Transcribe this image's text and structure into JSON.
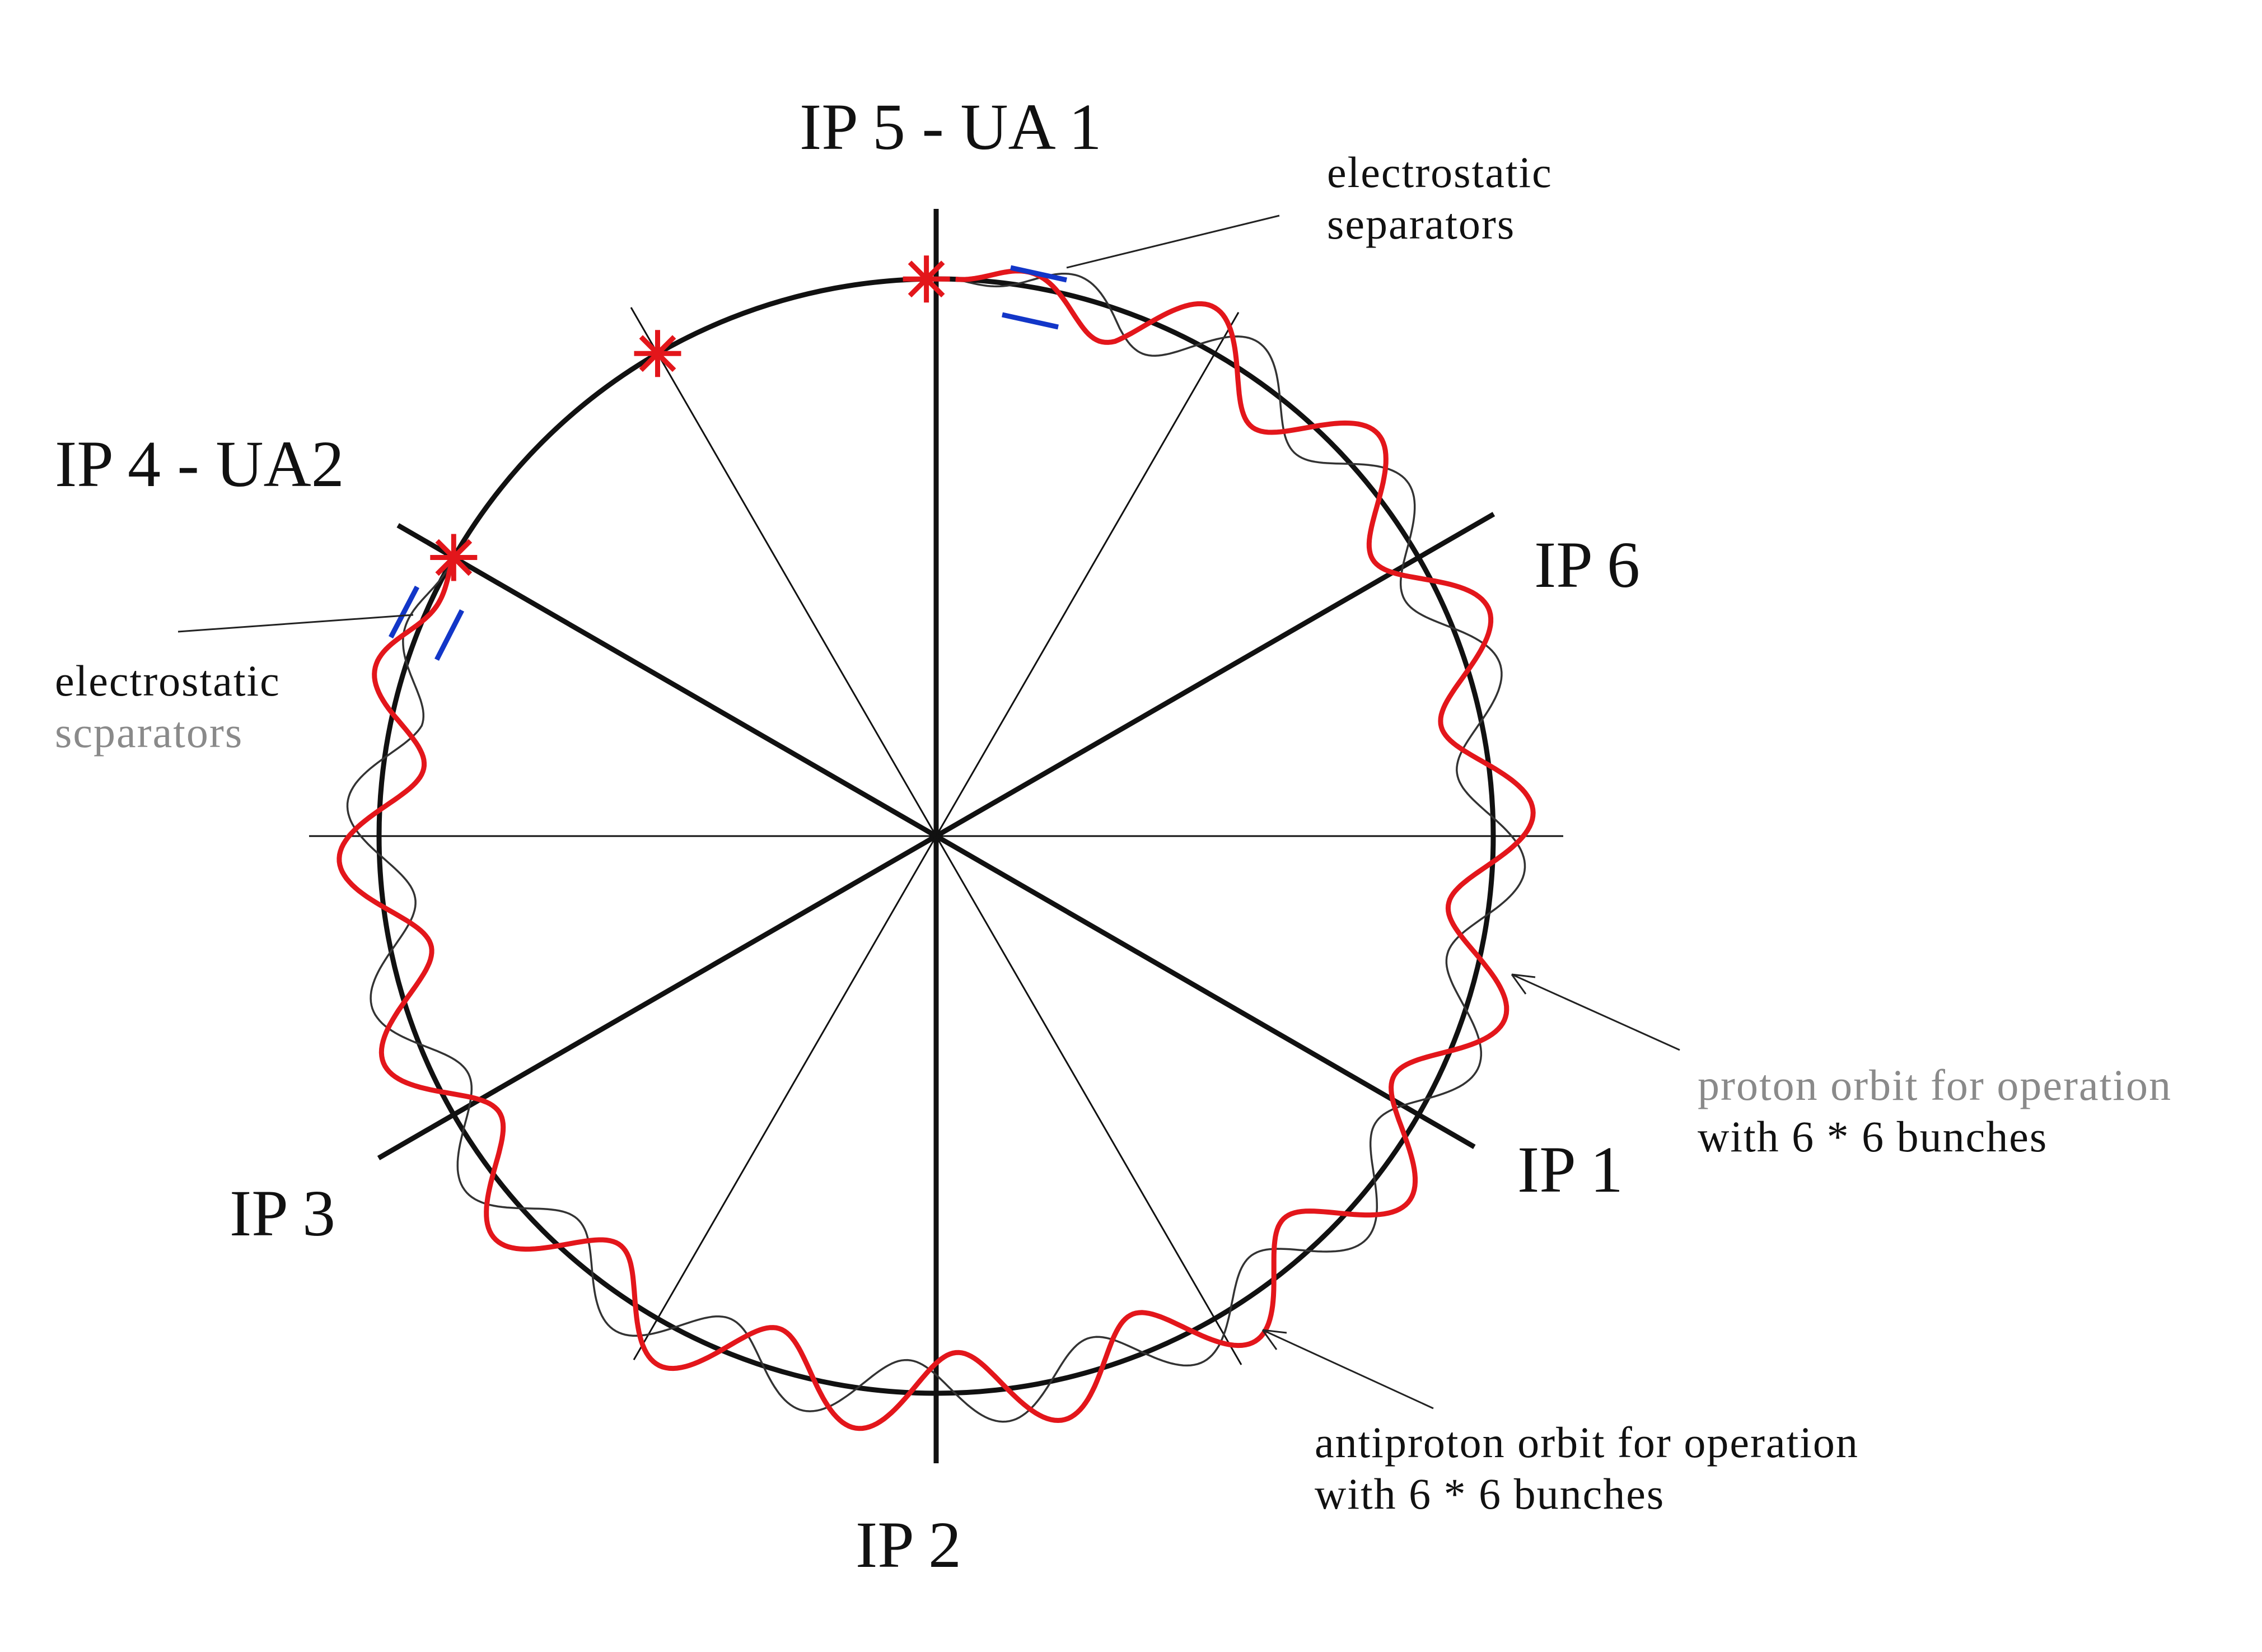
{
  "labels": {
    "ip5": "IP 5 - UA 1",
    "ip4": "IP 4 - UA2",
    "ip6": "IP 6",
    "ip1": "IP 1",
    "ip3": "IP 3",
    "ip2": "IP 2"
  },
  "annotations": {
    "separators_top": {
      "line1": "electrostatic",
      "line2": "separators"
    },
    "separators_left": {
      "line1": "electrostatic",
      "line2": "scparators"
    },
    "proton_orbit": {
      "line1": "proton orbit for operation",
      "line2": "with 6 * 6 bunches"
    },
    "antiproton_orbit": {
      "line1": "antiproton orbit for operation",
      "line2": "with 6 * 6 bunches"
    }
  },
  "colors": {
    "ring": "#111111",
    "spokes": "#111111",
    "proton_orbit": "#333333",
    "antiproton_orbit": "#e3161b",
    "separators": "#1236c8",
    "collision_markers": "#e3161b"
  },
  "collision_markers": [
    "IP 5 - UA 1",
    "IP 4 - UA2"
  ],
  "oscillation": {
    "proton_periods": 18,
    "antiproton_periods": 18
  }
}
